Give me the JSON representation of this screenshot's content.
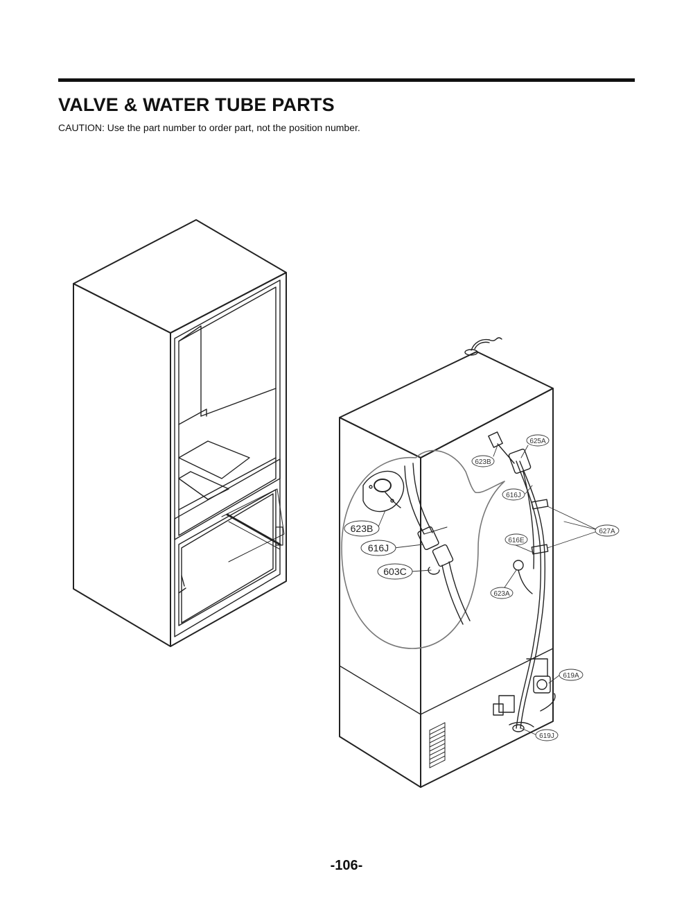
{
  "header": {
    "title": "VALVE & WATER TUBE PARTS",
    "caution": "CAUTION: Use the part number to order part, not the position number."
  },
  "diagram": {
    "callouts": [
      "625A",
      "623B",
      "616J",
      "627A",
      "616E",
      "623A",
      "619A",
      "619J"
    ],
    "detail_callouts": [
      "623B",
      "616J",
      "603C"
    ]
  },
  "footer": {
    "page_number": "-106-"
  }
}
